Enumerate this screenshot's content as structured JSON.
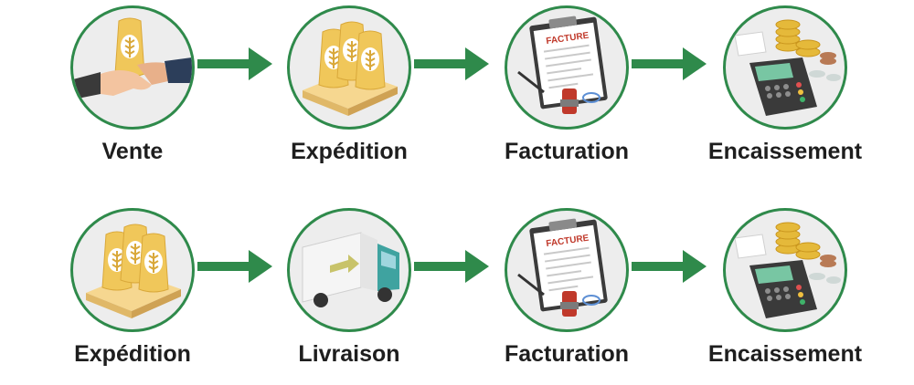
{
  "colors": {
    "accent": "#2f8a4b",
    "circle_bg": "#ededed",
    "text": "#1e1e1e"
  },
  "rows": [
    {
      "steps": [
        {
          "label": "Vente",
          "icon": "handshake-grain-sack-icon"
        },
        {
          "label": "Expédition",
          "icon": "grain-sacks-pallet-icon"
        },
        {
          "label": "Facturation",
          "icon": "invoice-clipboard-stamp-icon",
          "badge": "FACTURE"
        },
        {
          "label": "Encaissement",
          "icon": "payment-terminal-coins-icon"
        }
      ]
    },
    {
      "steps": [
        {
          "label": "Expédition",
          "icon": "grain-sacks-pallet-icon"
        },
        {
          "label": "Livraison",
          "icon": "delivery-truck-icon"
        },
        {
          "label": "Facturation",
          "icon": "invoice-clipboard-stamp-icon",
          "badge": "FACTURE"
        },
        {
          "label": "Encaissement",
          "icon": "payment-terminal-coins-icon"
        }
      ]
    }
  ]
}
